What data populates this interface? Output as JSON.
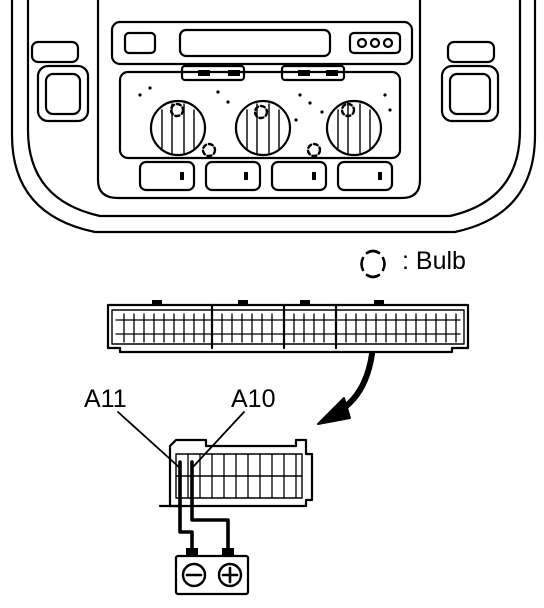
{
  "legend": {
    "bulb_label": ": Bulb"
  },
  "pins": {
    "a11": "A11",
    "a10": "A10"
  },
  "terminals": {
    "negative_icon": "minus-icon",
    "positive_icon": "plus-icon"
  },
  "colors": {
    "line": "#000000",
    "background": "#ffffff"
  }
}
